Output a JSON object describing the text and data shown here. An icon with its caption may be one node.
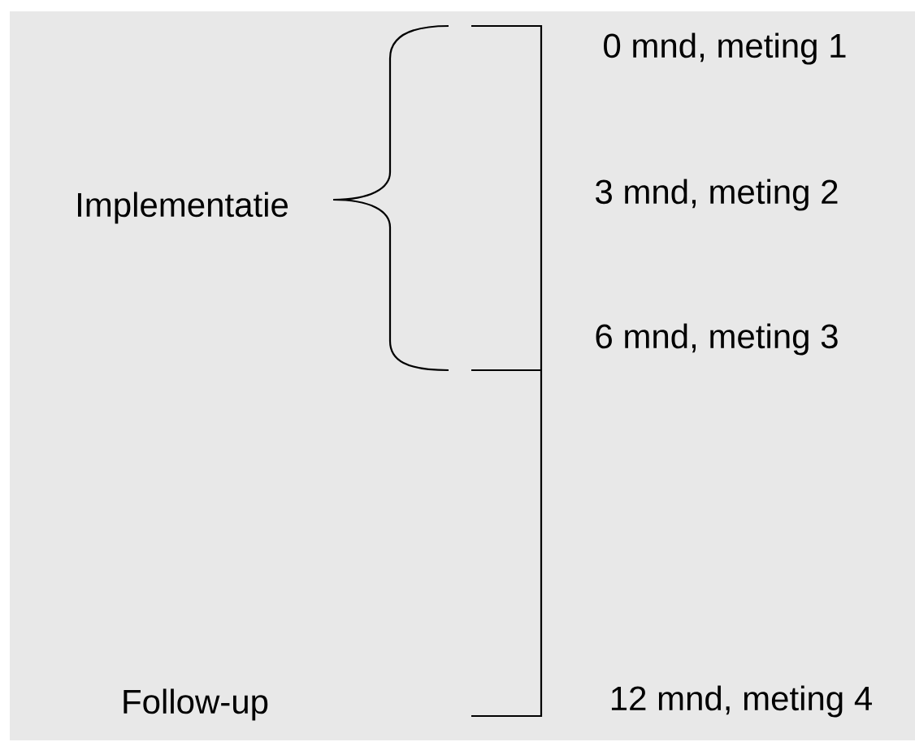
{
  "diagram": {
    "labels": [
      "0 mnd, meting 1",
      "Implementatie",
      "3 mnd, meting 2",
      "6 mnd, meting 3",
      "Follow-up",
      "12 mnd, meting 4"
    ]
  }
}
